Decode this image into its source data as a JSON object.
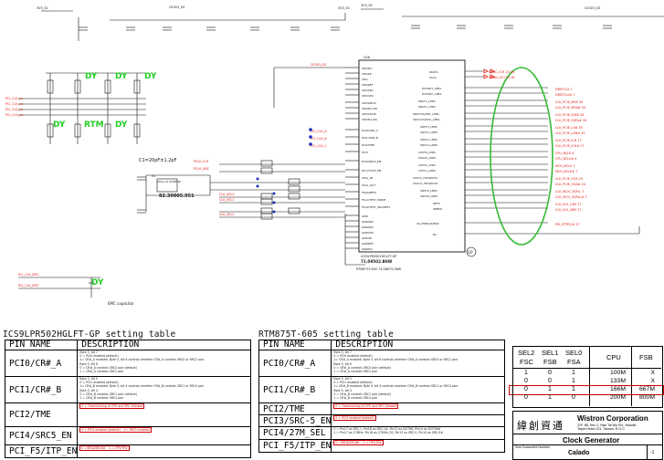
{
  "schematic": {
    "chip_ref": "U28",
    "chip_part": "ICS9LPRS502HGLFT-GP",
    "chip_partno": "71.09502.B0W",
    "chip_alt": "RTM875T-605  74.08875.0BW",
    "crystal_ref": "X1",
    "crystal_part": "82.30005.951",
    "crystal_freq": "XTAL-14.318MHZ",
    "cap_note": "C1=20pF±1.2pF",
    "emc_note": "EMC capacitor",
    "dy_labels": [
      "DY",
      "DY",
      "DY",
      "DY",
      "DY",
      "DY"
    ],
    "rtm_label": "RTM",
    "top_nets": [
      "3V3_S0",
      "CK3V3_S0",
      "3V3_S0",
      "3V3_S0",
      "CK3V3_S0"
    ],
    "gnd_symbol": "GP"
  },
  "left_table": {
    "title": "ICS9LPR502HGLFT-GP setting table",
    "col_pin": "PIN NAME",
    "col_desc": "DESCRIPTION",
    "rows": [
      {
        "pin": "PCI0/CR#_A",
        "desc": "Byte 5, bit 7\n0 = PCI0 enabled (default)\n1= CR#_A enabled. Byte 5, bit 6 controls whether CR#_A controls SRC0 or SRC2 pair\nByte 5, bit 6\n0 = CR#_A controls SRC0 pair (default)\n1 = CR#_A controls SRC2 pair",
        "hl": ""
      },
      {
        "pin": "PCI1/CR#_B",
        "desc": "Byte 5, bit 5\n0 = PCI1 enabled (default)\n1= CR#_B enabled. Byte 5, bit 4 controls whether CR#_B controls SRC1 or SRC4 pair\nByte 5, bit 4\n0 = CR#_B controls SRC1 pair (default)\n1 = CR#_B controls SRC4 pair",
        "hl": ""
      },
      {
        "pin": "PCI2/TME",
        "desc": "",
        "hl": "0 = Overclocking of CPU and SRC Allowed"
      },
      {
        "pin": "PCI4/SRC5_EN",
        "desc": "",
        "hl": "0 = PCI4 enabled (default)    1= SRC5 enabled"
      },
      {
        "pin": "PCI_F5/ITP_EN",
        "desc": "",
        "hl": "0 =SRC8/SRC8#    1 = ITP/ITP#"
      }
    ]
  },
  "right_table": {
    "title": "RTM875T-605 setting table",
    "col_pin": "PIN NAME",
    "col_desc": "DESCRIPTION",
    "rows": [
      {
        "pin": "PCI0/CR#_A",
        "desc": "Byte 5, bit 7\n0 = PCI0 enabled (default)\n1= CR#_A enabled. Byte 5, bit 6 controls whether CR#_A controls SRC0 or SRC2 pair\nByte 5, bit 6\n0 = CR#_A controls SRC0 pair (default)\n1 = CR#_A controls SRC2 pair",
        "hl": ""
      },
      {
        "pin": "PCI1/CR#_B",
        "desc": "Byte 5, bit 5\n0 = PCI1 enabled (default)\n1= CR#_B enabled. Byte 5, bit 4 controls whether CR#_B controls SRC1 or SRC4 pair\nByte 5, bit 4\n0 = CR#_B controls SRC1 pair (default)\n1 = CR#_B controls SRC4 pair",
        "hl": ""
      },
      {
        "pin": "PCI2/TME",
        "desc": "",
        "hl": "0 = Overclocking of CPU and SRC Allowed"
      },
      {
        "pin": "PCI3/SRC-5_EN",
        "desc": "",
        "hl": "0 = PCI3 enabled (default)"
      },
      {
        "pin": "PCI4/27M_SEL",
        "desc": "0 = Pin17 as SRC-1, Pin18 as SRC-1#, Pin13 as DOT96, Pin14 as DOT96#\n1 = Pin17 as 27MHz, Pin18 as 27MHz_SS, Pin13 as SRC-0, Pin14 as SRC-0#",
        "hl": ""
      },
      {
        "pin": "PCI_F5/ITP_EN",
        "desc": "",
        "hl": "0 =SRC8/SRC8#    1 = ITP/ITP#"
      }
    ]
  },
  "fsb_table": {
    "headers_top": [
      "SEL2",
      "SEL1",
      "SEL0",
      "CPU",
      "FSB"
    ],
    "headers_bot": [
      "FSC",
      "FSB",
      "FSA"
    ],
    "rows": [
      {
        "s2": "1",
        "s1": "0",
        "s0": "1",
        "cpu": "100M",
        "fsb": "X"
      },
      {
        "s2": "0",
        "s1": "0",
        "s0": "1",
        "cpu": "133M",
        "fsb": "X"
      },
      {
        "s2": "0",
        "s1": "1",
        "s0": "1",
        "cpu": "166M",
        "fsb": "667M"
      },
      {
        "s2": "0",
        "s1": "1",
        "s0": "0",
        "cpu": "200M",
        "fsb": "800M"
      }
    ],
    "highlight_row": 2
  },
  "title_block": {
    "company_cn": "緯創資通",
    "company": "Wistron Corporation",
    "address": "21F, 88, Sec.1, Hsin Tai Wu Rd., Hsichih,\nTaipei Hsien 221, Taiwan, R.O.C.",
    "title": "Clock Generator",
    "doc_label": "Size  Document Number",
    "project": "Calado",
    "rev": "-1"
  },
  "colors": {
    "line": "#111111",
    "net_red": "#e0201a",
    "dy_green": "#22cc22",
    "oval_green": "#33bb33",
    "highlight": "#cc0000",
    "pin_blue": "#2030c0"
  }
}
